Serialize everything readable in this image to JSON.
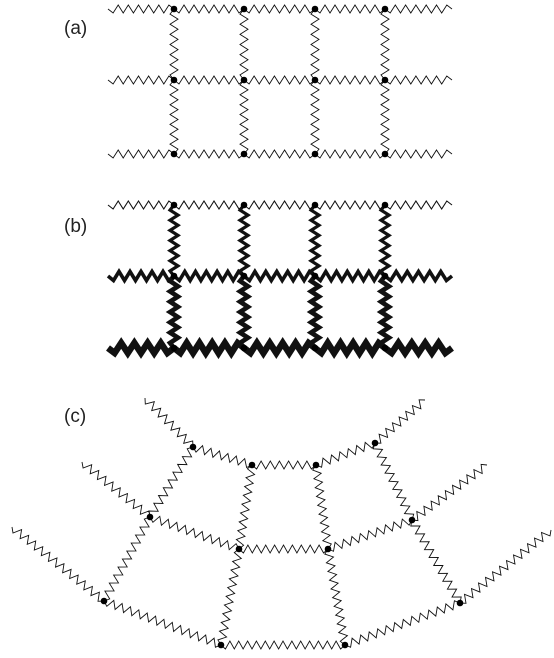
{
  "panels": [
    {
      "label": "(a)"
    },
    {
      "label": "(b)"
    },
    {
      "label": "(c)"
    }
  ],
  "colors": {
    "line": "#111111",
    "node": "#000000",
    "background": "#ffffff"
  }
}
